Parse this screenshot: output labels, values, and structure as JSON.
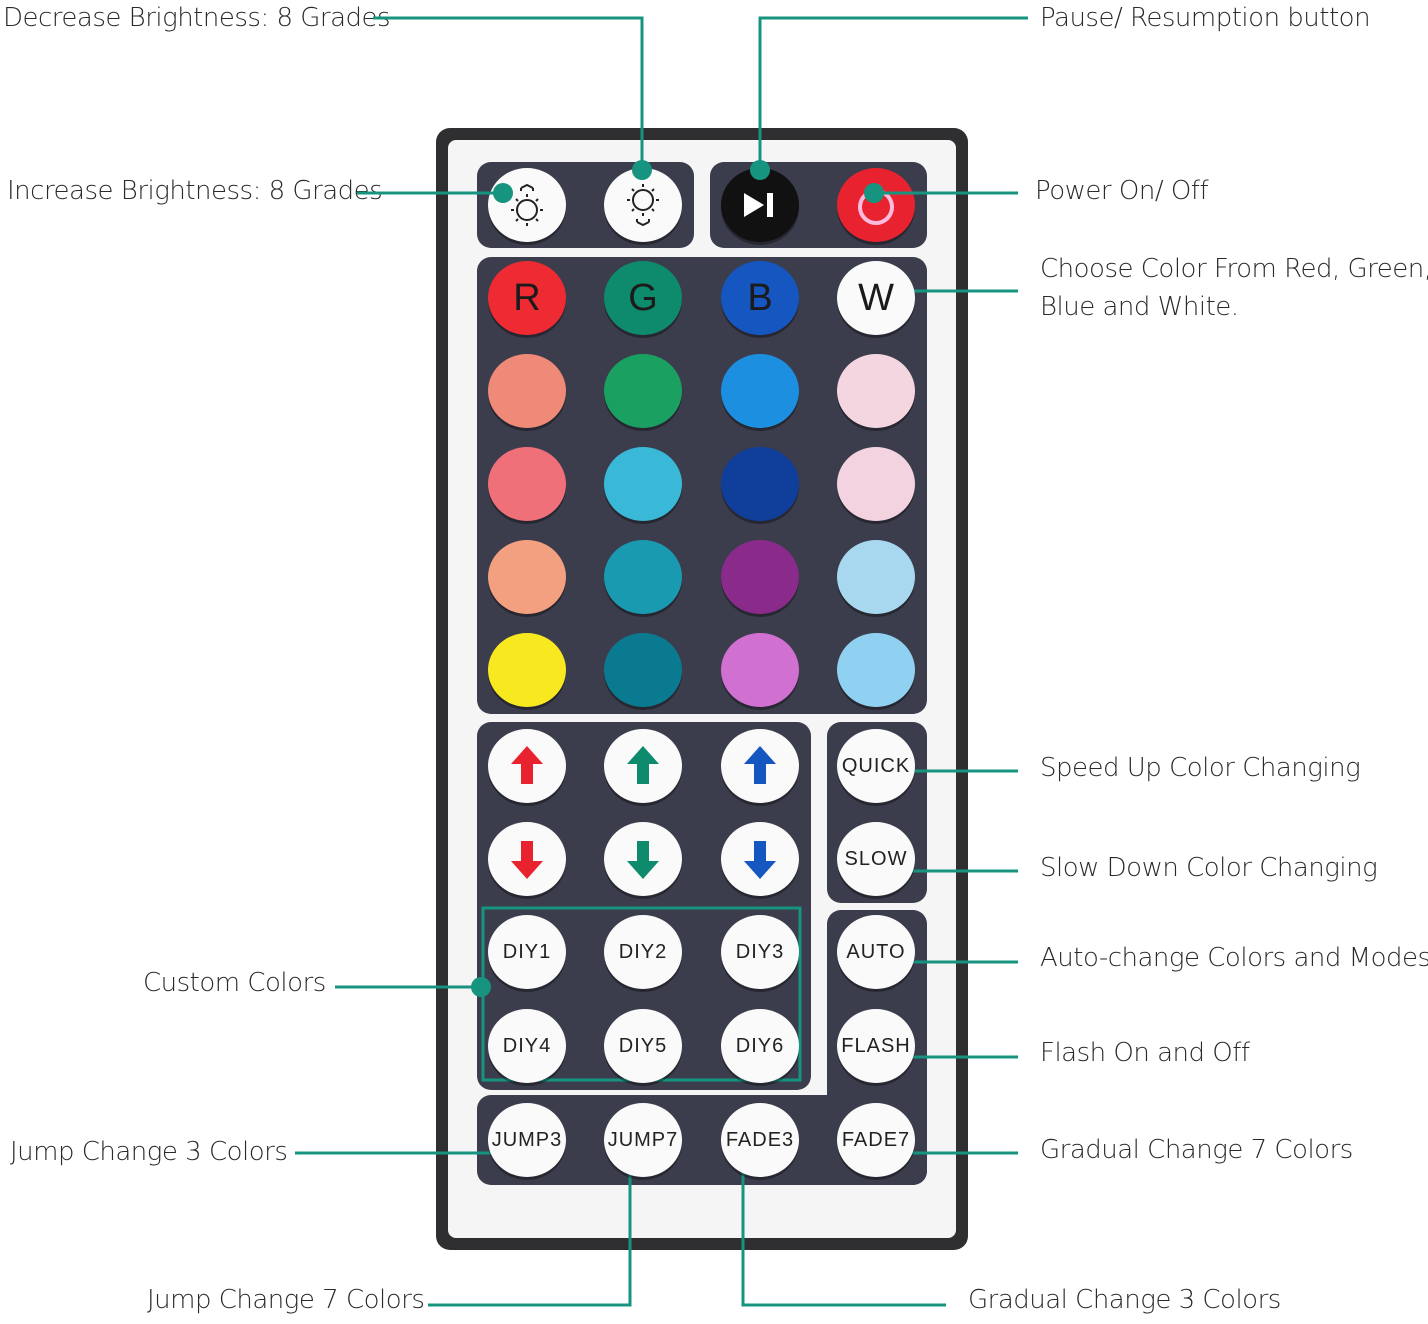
{
  "accent_color": "#16947f",
  "annotations": {
    "decrease_brightness": "Decrease Brightness: 8 Grades",
    "pause_resume": "Pause/ Resumption button",
    "increase_brightness": "Increase Brightness: 8 Grades",
    "power": "Power On/ Off",
    "choose_color_line1": "Choose Color From Red, Green,",
    "choose_color_line2": "Blue and White.",
    "speed_up": "Speed Up Color Changing",
    "slow_down": "Slow Down Color Changing",
    "custom_colors": "Custom Colors",
    "auto_change": "Auto-change Colors and Modes",
    "flash": "Flash On and Off",
    "jump3": "Jump Change 3 Colors",
    "gradual7": "Gradual Change 7 Colors",
    "jump7": "Jump Change 7 Colors",
    "gradual3": "Gradual Change 3 Colors"
  },
  "remote": {
    "top_buttons": [
      {
        "icon": "brightness-up-icon"
      },
      {
        "icon": "brightness-down-icon"
      },
      {
        "icon": "play-pause-icon",
        "color": "#111111"
      },
      {
        "icon": "power-icon",
        "color": "#e8232f"
      }
    ],
    "rgbw": [
      {
        "label": "R",
        "color": "#ee2a33"
      },
      {
        "label": "G",
        "color": "#0e8a6c"
      },
      {
        "label": "B",
        "color": "#1656c0"
      },
      {
        "label": "W",
        "color": "#fafafa"
      }
    ],
    "color_grid": [
      [
        "#f08a78",
        "#1aa060",
        "#1d8fe0",
        "#f3d6e0"
      ],
      [
        "#f0707a",
        "#3ab8d8",
        "#0f3f9a",
        "#f3d3e0"
      ],
      [
        "#f3a080",
        "#1a9ab0",
        "#8a2a8a",
        "#a8d8f0"
      ],
      [
        "#f8e820",
        "#0a7a90",
        "#d070d0",
        "#90d0f0"
      ]
    ],
    "arrow_colors": [
      "#e8232f",
      "#0e8a6c",
      "#1656c0"
    ],
    "quick": "QUICK",
    "slow": "SLOW",
    "diy": [
      "DIY1",
      "DIY2",
      "DIY3",
      "DIY4",
      "DIY5",
      "DIY6"
    ],
    "auto": "AUTO",
    "flash": "FLASH",
    "bottom": [
      "JUMP3",
      "JUMP7",
      "FADE3",
      "FADE7"
    ]
  }
}
